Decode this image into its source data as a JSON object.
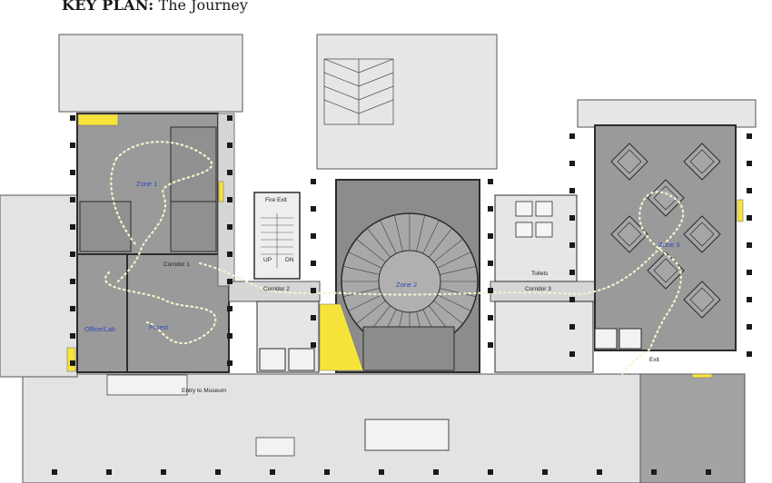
{
  "header": {
    "title_bold": "KEY PLAN:",
    "title_rest": "The Journey"
  },
  "labels": {
    "zone1": "Zone 1",
    "zone2": "Zone 2",
    "zone3": "Zone 3",
    "corridor1": "Corridor 1",
    "corridor2": "Corridor 2",
    "corridor3": "Corridor 3",
    "fire_exit": "Fire Exit",
    "toilets": "Toilets",
    "office_lab": "Office/Lab",
    "forest": "Forest",
    "entry": "Entry to Museum",
    "exit": "Exit",
    "stair_up": "UP",
    "stair_dn": "DN"
  },
  "colors": {
    "room_fill": "#9a9a9a",
    "dark_room": "#8c8c8c",
    "wall": "#2b2b2b",
    "corridor_fill": "#d6d6d6",
    "outer_fill": "#e3e3e3",
    "highlight_yellow": "#f6e43a",
    "zone_text": "#2f49b8",
    "path_dots": "#f4f2cc"
  }
}
